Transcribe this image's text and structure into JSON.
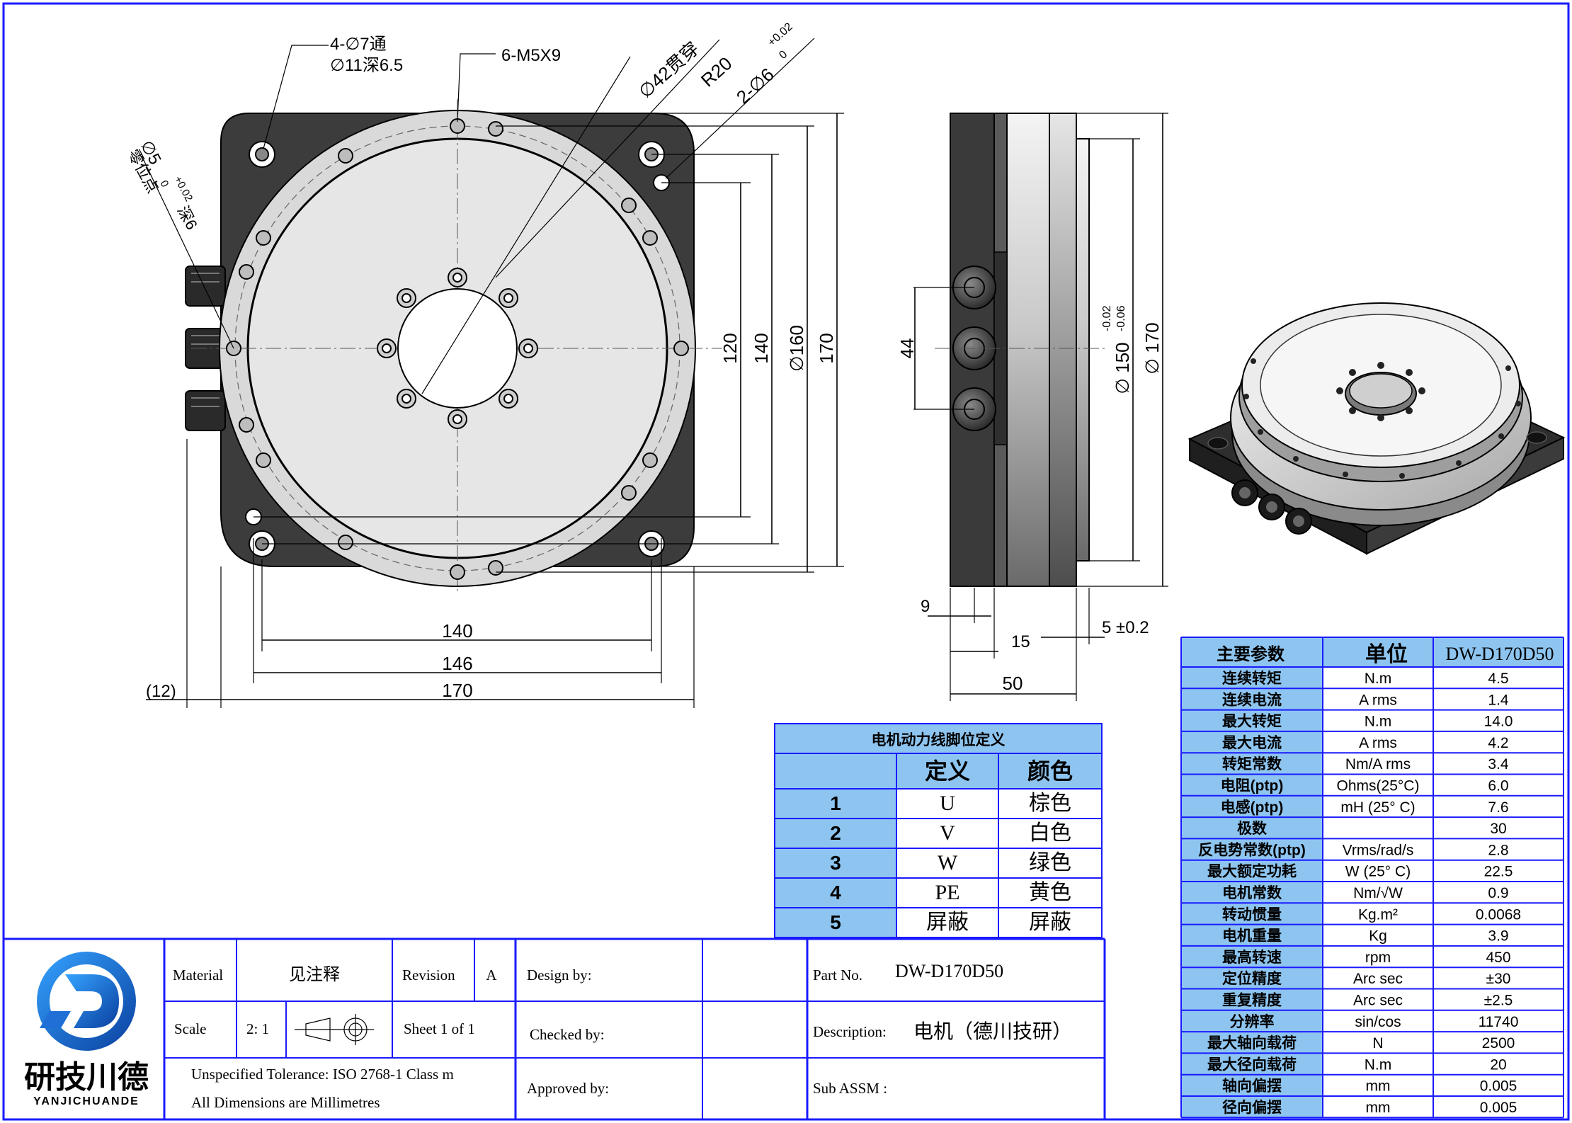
{
  "front_view": {
    "callouts": {
      "mount_holes_line1": "4-∅7通",
      "mount_holes_line2": "∅11深6.5",
      "tapped": "6-M5X9",
      "bore": "∅42贯穿",
      "radius": "R20",
      "pin_holes": "2-∅6",
      "pin_tol_upper": "+0.02",
      "pin_tol_lower": "0",
      "zero_point_dia": "∅5",
      "zero_point_tol_upper": "+0.02",
      "zero_point_tol_lower": "0",
      "zero_point_depth": "深6",
      "zero_point_label": "零位点"
    },
    "dims": {
      "v120": "120",
      "v140": "140",
      "v160": "∅160",
      "v170": "170",
      "h140": "140",
      "h146": "146",
      "h170": "170",
      "offset12": "(12)"
    }
  },
  "side_view": {
    "dims": {
      "v44": "44",
      "dia150": "∅ 150",
      "dia150_tol_upper": "-0.02",
      "dia150_tol_lower": "-0.06",
      "dia170": "∅ 170",
      "d9": "9",
      "d15": "15",
      "d5": "5 ±0.2",
      "d50": "50"
    }
  },
  "pin_table": {
    "title": "电机动力线脚位定义",
    "headers": [
      "",
      "定义",
      "颜色"
    ],
    "rows": [
      [
        "1",
        "U",
        "棕色"
      ],
      [
        "2",
        "V",
        "白色"
      ],
      [
        "3",
        "W",
        "绿色"
      ],
      [
        "4",
        "PE",
        "黄色"
      ],
      [
        "5",
        "屏蔽",
        "屏蔽"
      ]
    ]
  },
  "spec_table": {
    "headers": [
      "主要参数",
      "单位",
      "DW-D170D50"
    ],
    "rows": [
      [
        "连续转矩",
        "N.m",
        "4.5"
      ],
      [
        "连续电流",
        "A rms",
        "1.4"
      ],
      [
        "最大转矩",
        "N.m",
        "14.0"
      ],
      [
        "最大电流",
        "A rms",
        "4.2"
      ],
      [
        "转矩常数",
        "Nm/A rms",
        "3.4"
      ],
      [
        "电阻(ptp)",
        "Ohms(25°C)",
        "6.0"
      ],
      [
        "电感(ptp)",
        "mH (25° C)",
        "7.6"
      ],
      [
        "极数",
        "",
        "30"
      ],
      [
        "反电势常数(ptp)",
        "Vrms/rad/s",
        "2.8"
      ],
      [
        "最大额定功耗",
        "W (25° C)",
        "22.5"
      ],
      [
        "电机常数",
        "Nm/√W",
        "0.9"
      ],
      [
        "转动惯量",
        "Kg.m²",
        "0.0068"
      ],
      [
        "电机重量",
        "Kg",
        "3.9"
      ],
      [
        "最高转速",
        "rpm",
        "450"
      ],
      [
        "定位精度",
        "Arc sec",
        "±30"
      ],
      [
        "重复精度",
        "Arc sec",
        "±2.5"
      ],
      [
        "分辨率",
        "sin/cos",
        "11740"
      ],
      [
        "最大轴向载荷",
        "N",
        "2500"
      ],
      [
        "最大径向载荷",
        "N.m",
        "20"
      ],
      [
        "轴向偏摆",
        "mm",
        "0.005"
      ],
      [
        "径向偏摆",
        "mm",
        "0.005"
      ]
    ]
  },
  "title_block": {
    "logo_cn": "研技川德",
    "logo_en": "YANJICHUANDE",
    "material_label": "Material",
    "material_value": "见注释",
    "revision_label": "Revision",
    "revision_value": "A",
    "scale_label": "Scale",
    "scale_value": "2: 1",
    "sheet_text": "Sheet  1  of   1",
    "tolerance": "Unspecified Tolerance: ISO 2768-1 Class m",
    "units": "All Dimensions  are Millimetres",
    "design_by": "Design by:",
    "checked_by": "Checked by:",
    "approved_by": "Approved by:",
    "part_no_label": "Part No.",
    "part_no_value": "DW-D170D50",
    "description_label": "Description:",
    "description_value": "电机（德川技研）",
    "sub_assm": "Sub ASSM :"
  },
  "colors": {
    "frame_blue": "#1a1aff",
    "table_header_blue": "#8ec5f0",
    "body_dark": "#3a3a3a",
    "ring_light": "#d8d8d8",
    "logo_blue": "#1f6fd6"
  }
}
